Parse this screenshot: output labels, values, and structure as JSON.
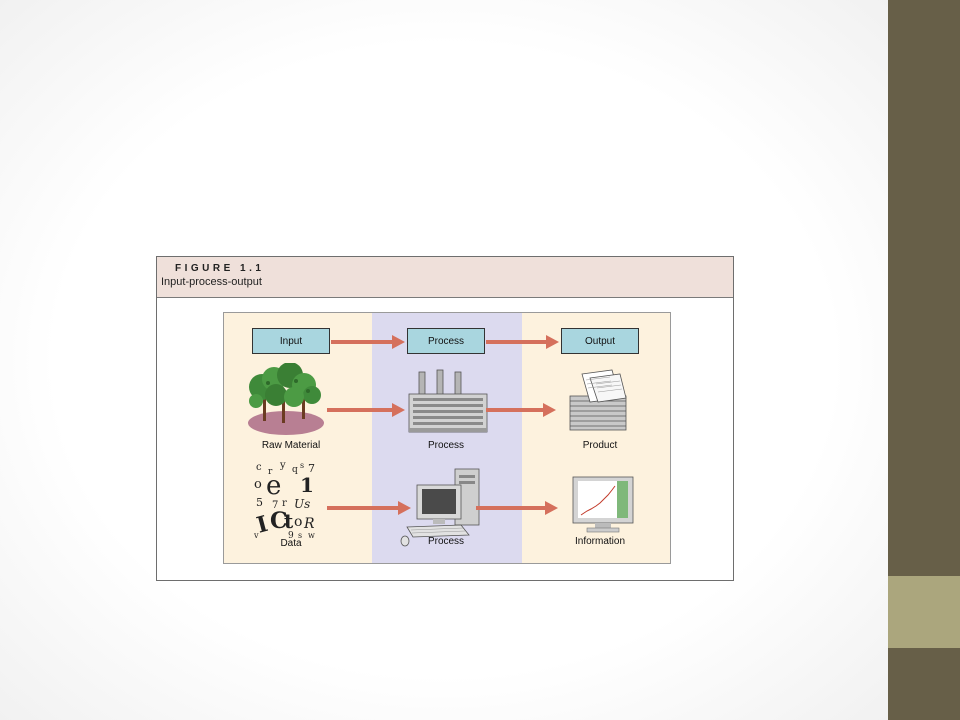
{
  "figure": {
    "number": "FIGURE 1.1",
    "caption": "Input-process-output"
  },
  "headers": {
    "input": "Input",
    "process": "Process",
    "output": "Output"
  },
  "row1": {
    "input_label": "Raw Material",
    "process_label": "Process",
    "output_label": "Product"
  },
  "row2": {
    "input_label": "Data",
    "process_label": "Process",
    "output_label": "Information"
  },
  "colors": {
    "column_light": "#fdf2de",
    "column_process": "#dcdaef",
    "header_box": "#a9d6df",
    "arrow": "#d5705c",
    "figure_header": "#efe0da",
    "sidebar_dark": "#675f48",
    "sidebar_light": "#aba67d"
  }
}
